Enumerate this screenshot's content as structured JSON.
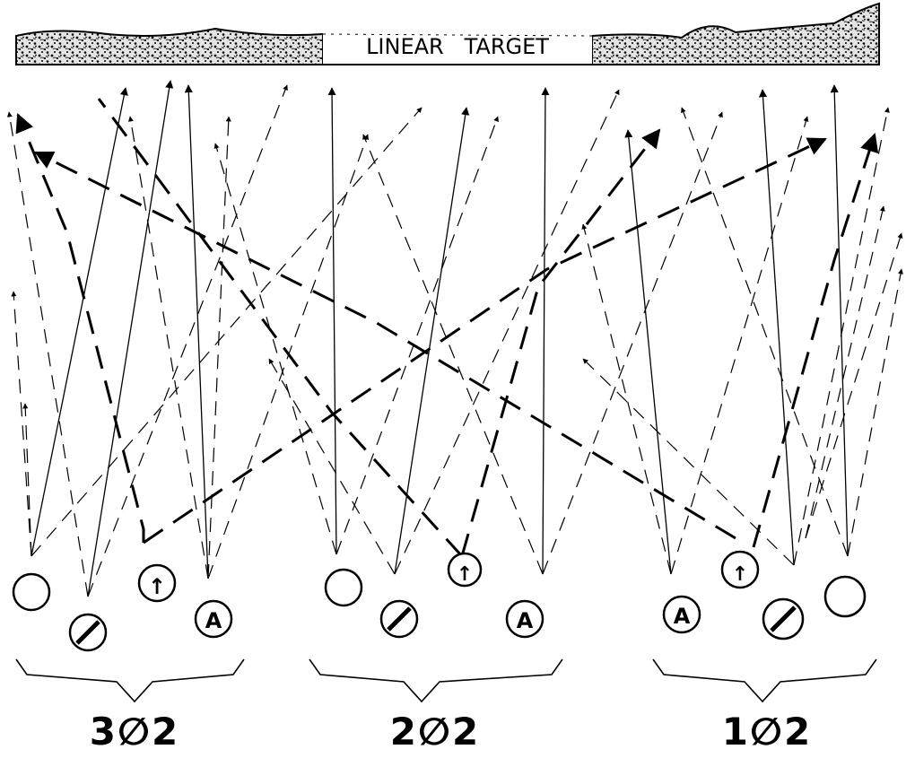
{
  "target": {
    "label": "LINEAR   TARGET"
  },
  "groups": [
    {
      "label": "3∅2"
    },
    {
      "label": "2∅2"
    },
    {
      "label": "1∅2"
    }
  ],
  "sensor_symbols": {
    "arrow": "↑",
    "analog": "A",
    "slash": "∅"
  },
  "colors": {
    "ink": "#000000",
    "paper": "#ffffff",
    "target_fill": "#d9d9d9"
  }
}
